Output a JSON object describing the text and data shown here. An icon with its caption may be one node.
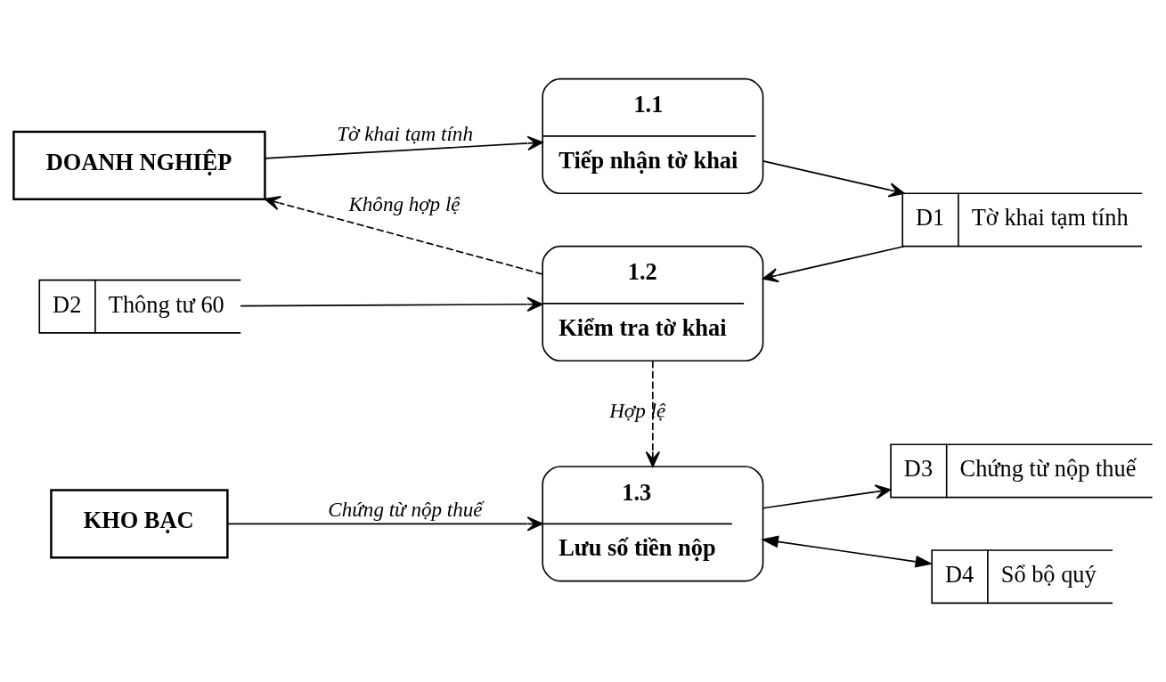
{
  "diagram": {
    "nodes": [
      {
        "text": [
          "DOANH NGHIỆP"
        ]
      },
      {
        "text": [
          "1.1",
          "Tiếp nhận tờ khai"
        ]
      },
      {
        "text": [
          "D1",
          "Tờ khai tạm tính"
        ]
      },
      {
        "text": [
          "1.2",
          "Kiểm tra tờ khai"
        ]
      },
      {
        "text": [
          "D2",
          "Thông tư 60"
        ]
      },
      {
        "text": [
          "KHO BẠC"
        ]
      },
      {
        "text": [
          "1.3",
          "Lưu số tiền nộp"
        ]
      },
      {
        "text": [
          "D3",
          "Chứng từ nộp thuế"
        ]
      },
      {
        "text": [
          "D4",
          "Sổ bộ quý"
        ]
      }
    ],
    "edges": [
      {
        "from": 0,
        "to": 1,
        "arrow": "to",
        "label": "Tờ khai tạm tính"
      },
      {
        "from": 1,
        "to": 2,
        "arrow": "to"
      },
      {
        "from": 2,
        "to": 3,
        "arrow": "to"
      },
      {
        "from": 3,
        "to": 0,
        "arrow": "to",
        "style": "dashed",
        "label": "Không hợp lệ"
      },
      {
        "from": 4,
        "to": 3,
        "arrow": "to"
      },
      {
        "from": 3,
        "to": 6,
        "arrow": "to",
        "style": "dashed",
        "label": "Hợp lệ"
      },
      {
        "from": 5,
        "to": 6,
        "arrow": "to",
        "label": "Chứng từ nộp thuế"
      },
      {
        "from": 6,
        "to": 7,
        "arrow": "to"
      },
      {
        "from": 6,
        "to": 8,
        "arrow": "both"
      }
    ]
  }
}
